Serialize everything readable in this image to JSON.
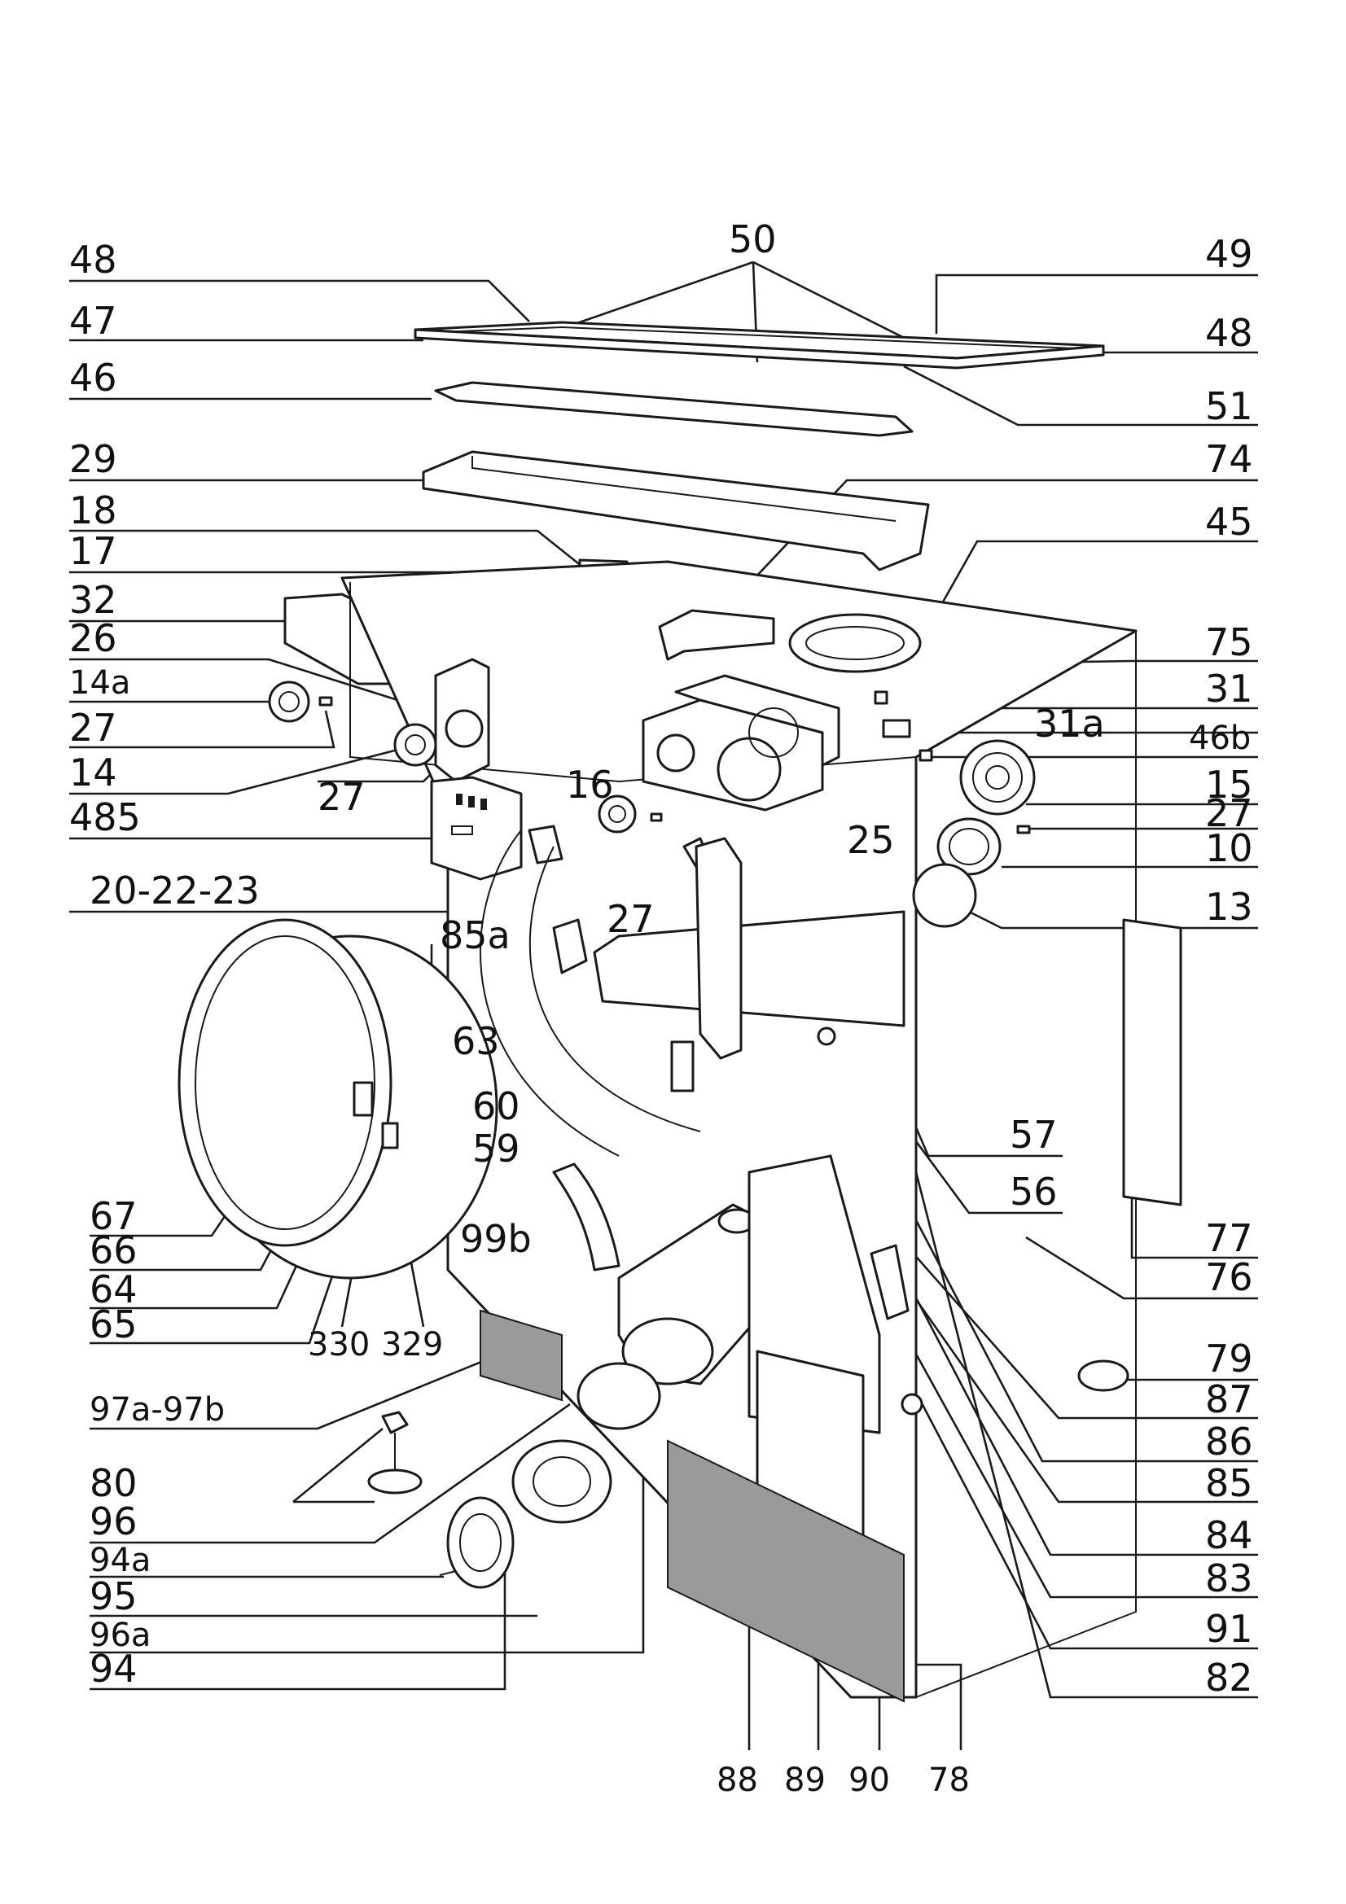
{
  "diagram": {
    "callouts_top": {
      "label_50": "50",
      "label_49": "49",
      "label_48_left": "48",
      "label_48_right": "48",
      "label_47": "47",
      "label_46": "46",
      "label_51": "51",
      "label_29": "29",
      "label_74": "74",
      "label_18": "18",
      "label_45": "45",
      "label_17": "17",
      "label_32": "32",
      "label_75": "75",
      "label_26": "26",
      "label_31": "31",
      "label_14a": "14a",
      "label_31a": "31a",
      "label_27_a": "27",
      "label_46b": "46b",
      "label_14": "14",
      "label_15": "15",
      "label_27_b": "27",
      "label_27_c": "27",
      "label_16": "16",
      "label_485": "485",
      "label_10": "10",
      "label_25": "25",
      "label_20_22_23": "20-22-23",
      "label_13": "13",
      "label_27_d": "27",
      "label_85a": "85a"
    },
    "callouts_mid": {
      "label_63": "63",
      "label_57": "57",
      "label_60": "60",
      "label_59": "59",
      "label_56": "56",
      "label_67": "67",
      "label_77": "77",
      "label_66": "66",
      "label_99b": "99b",
      "label_76": "76",
      "label_64": "64",
      "label_65": "65",
      "label_330": "330",
      "label_329": "329",
      "label_79": "79",
      "label_87": "87",
      "label_97a_97b": "97a-97b",
      "label_86": "86",
      "label_80": "80",
      "label_85": "85",
      "label_96": "96",
      "label_84": "84",
      "label_94a": "94a",
      "label_83": "83",
      "label_95": "95",
      "label_96a": "96a",
      "label_91": "91",
      "label_94": "94",
      "label_82": "82"
    },
    "callouts_bottom": {
      "label_88": "88",
      "label_89": "89",
      "label_90": "90",
      "label_78": "78"
    },
    "colors": {
      "ink": "#1a1a1a",
      "paper": "#ffffff",
      "felt": "#9a9a9a"
    }
  }
}
